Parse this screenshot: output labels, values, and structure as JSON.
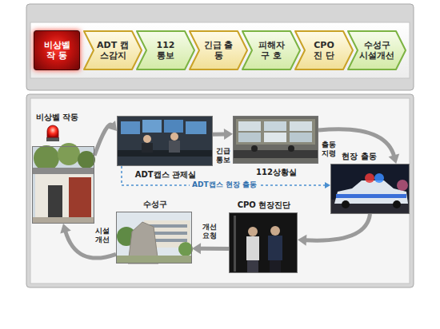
{
  "diagram": {
    "nodes": [
      {
        "text": [
          "비상벨 작 동"
        ]
      },
      {
        "text": [
          "ADT 캡스감지"
        ]
      },
      {
        "text": [
          "112 통보"
        ]
      },
      {
        "text": [
          "긴급 출동"
        ]
      },
      {
        "text": [
          "피해자 구 호"
        ]
      },
      {
        "text": [
          "CPO 진 단"
        ]
      },
      {
        "text": [
          "수성구 시설개선"
        ]
      },
      {
        "text": [
          "비상벨 작동"
        ]
      },
      {
        "text": [
          "ADT캡스 관제실"
        ]
      },
      {
        "text": [
          "112상황실"
        ]
      },
      {
        "text": [
          "현장 출동"
        ]
      },
      {
        "text": [
          "CPO 현장진단"
        ]
      },
      {
        "text": [
          "수성구"
        ]
      }
    ],
    "edges": [
      {
        "from": 7,
        "to": 8,
        "arrow": "to"
      },
      {
        "from": 8,
        "to": 9,
        "label": "긴급 통보",
        "arrow": "to"
      },
      {
        "from": 9,
        "to": 10,
        "label": "출동 지령",
        "arrow": "to"
      },
      {
        "from": 8,
        "to": 10,
        "label": "ADT캡스 현장 출동",
        "arrow": "to"
      },
      {
        "from": 10,
        "to": 11,
        "arrow": "to"
      },
      {
        "from": 11,
        "to": 12,
        "label": "개선 요청",
        "arrow": "to"
      },
      {
        "from": 12,
        "to": 7,
        "label": "시설 개선",
        "arrow": "to"
      }
    ]
  }
}
